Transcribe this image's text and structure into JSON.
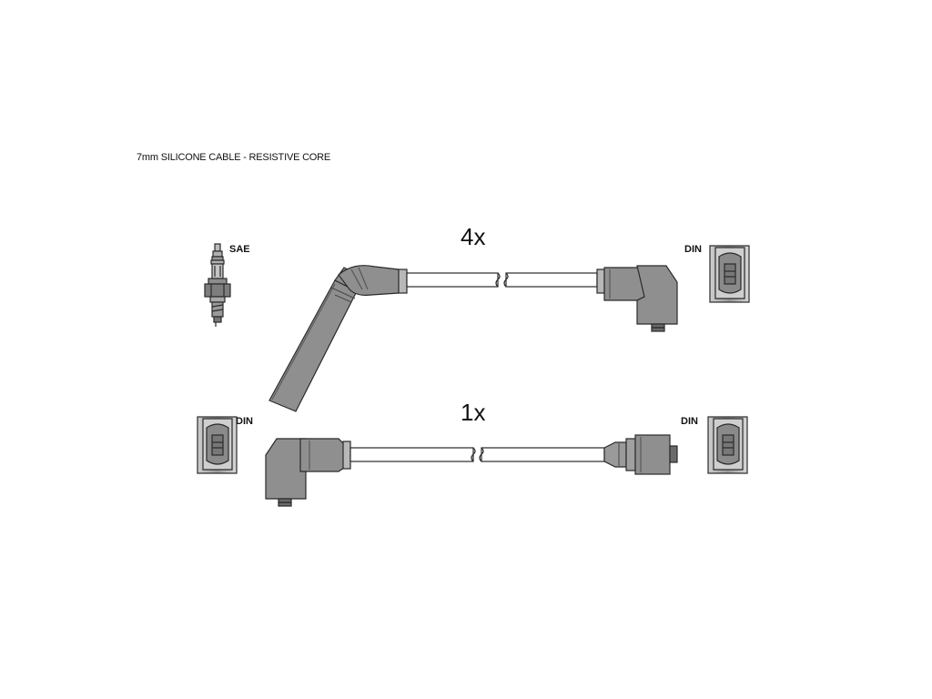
{
  "diagram": {
    "caption": "7mm SILICONE CABLE - RESISTIVE CORE",
    "cables": [
      {
        "quantity": "4x"
      },
      {
        "quantity": "1x"
      }
    ],
    "connector_labels": {
      "spark_plug": "SAE",
      "top_right": "DIN",
      "bottom_left": "DIN",
      "bottom_right": "DIN"
    },
    "colors": {
      "component_fill": "#8f8f8f",
      "outline": "#2a2a2a",
      "background": "#ffffff"
    }
  }
}
